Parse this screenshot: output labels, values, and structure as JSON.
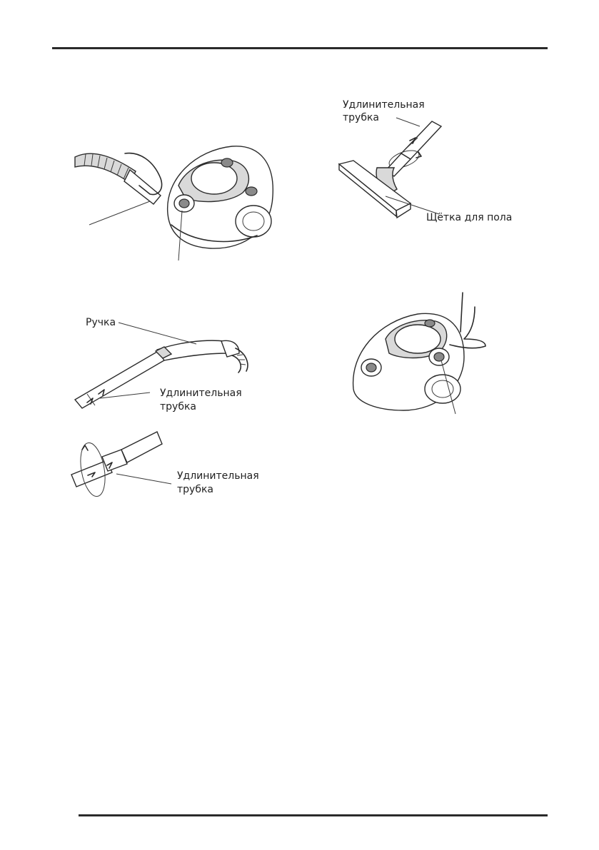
{
  "figures": {
    "floor_brush": {
      "tube_label": [
        "Удлинительная",
        "трубка"
      ],
      "brush_label": "Щётка для пола"
    },
    "handle_tube": {
      "handle_label": "Ручка",
      "tube_label": [
        "Удлинительная",
        "трубка"
      ]
    },
    "tube_join": {
      "tube_label": [
        "Удлинительная",
        "трубка"
      ]
    }
  }
}
